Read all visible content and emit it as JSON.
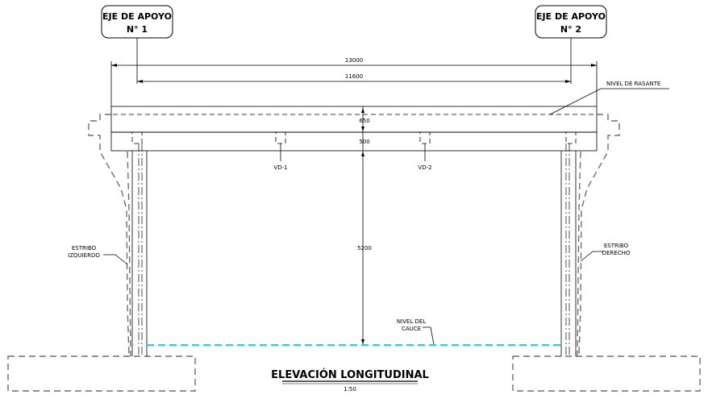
{
  "supports": [
    {
      "line1": "EJE DE APOYO",
      "line2": "N° 1"
    },
    {
      "line1": "EJE DE APOYO",
      "line2": "N° 2"
    }
  ],
  "dimensions": {
    "total_length": "13000",
    "span": "11600",
    "slab_thickness": "650",
    "beam_depth": "500",
    "clearance": "5200"
  },
  "labels": {
    "rasante": "NIVEL DE RASANTE",
    "vd1": "VD-1",
    "vd2": "VD-2",
    "estribo_izq_1": "ESTRIBO",
    "estribo_izq_2": "IZQUIERDO",
    "estribo_der_1": "ESTRIBO",
    "estribo_der_2": "DERECHO",
    "cauce_1": "NIVEL DEL",
    "cauce_2": "CAUCE"
  },
  "title": "ELEVACIÓN LONGITUDINAL",
  "scale": "1:50",
  "colors": {
    "water": "#19d5e8",
    "structure": "#000000",
    "hidden": "#6f6f6f"
  }
}
